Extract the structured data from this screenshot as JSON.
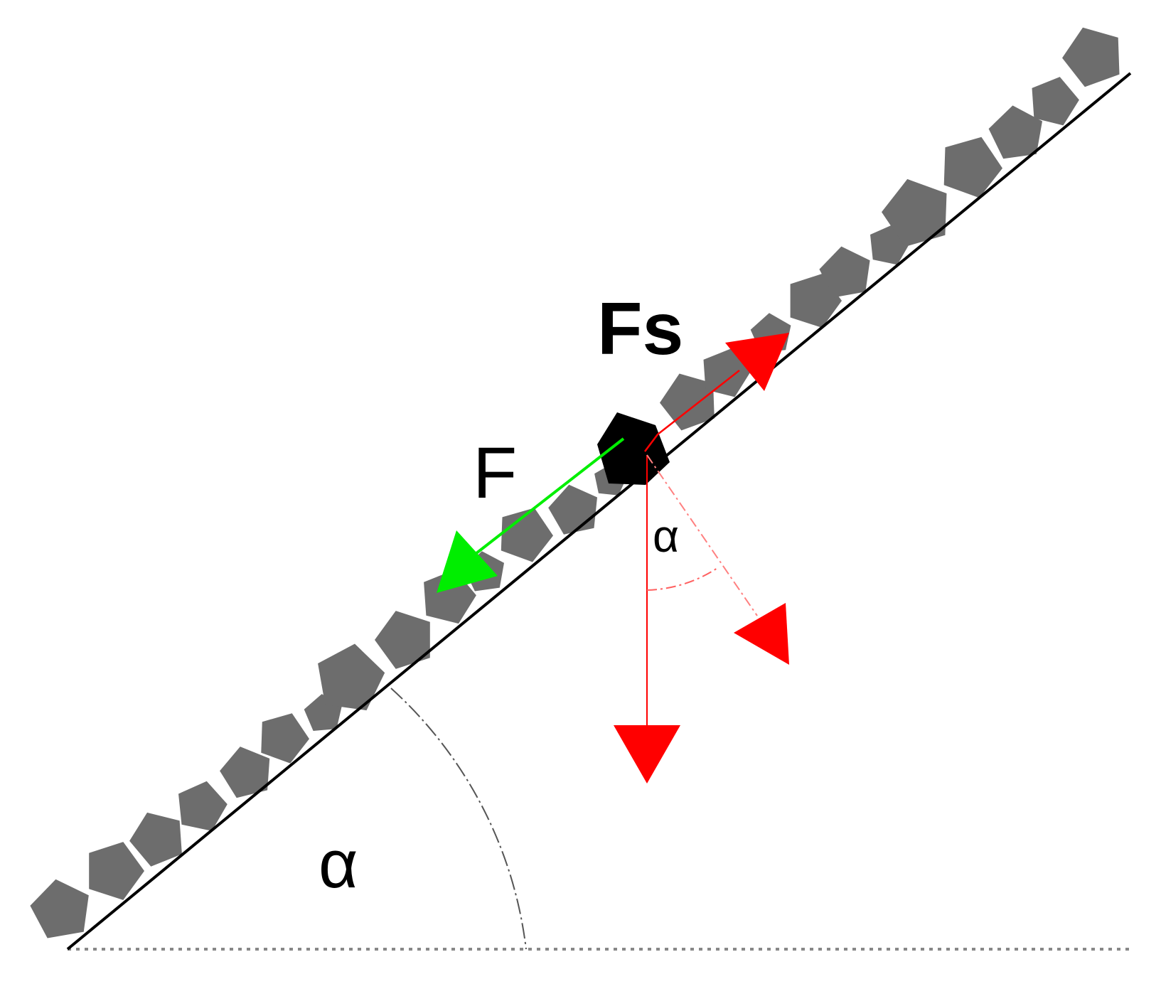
{
  "labels": {
    "static_force": "Fs",
    "driving_force": "F",
    "angle_small": "α",
    "angle_base": "α"
  },
  "colors": {
    "particle": "#6d6d6d",
    "central_particle": "#000000",
    "driving_force": "#00ee00",
    "gravity_components": "#ff0000",
    "slope_line": "#000000",
    "horizontal_line": "#888888",
    "angle_arc": "#555555",
    "angle_arc_small": "#ff6060"
  }
}
